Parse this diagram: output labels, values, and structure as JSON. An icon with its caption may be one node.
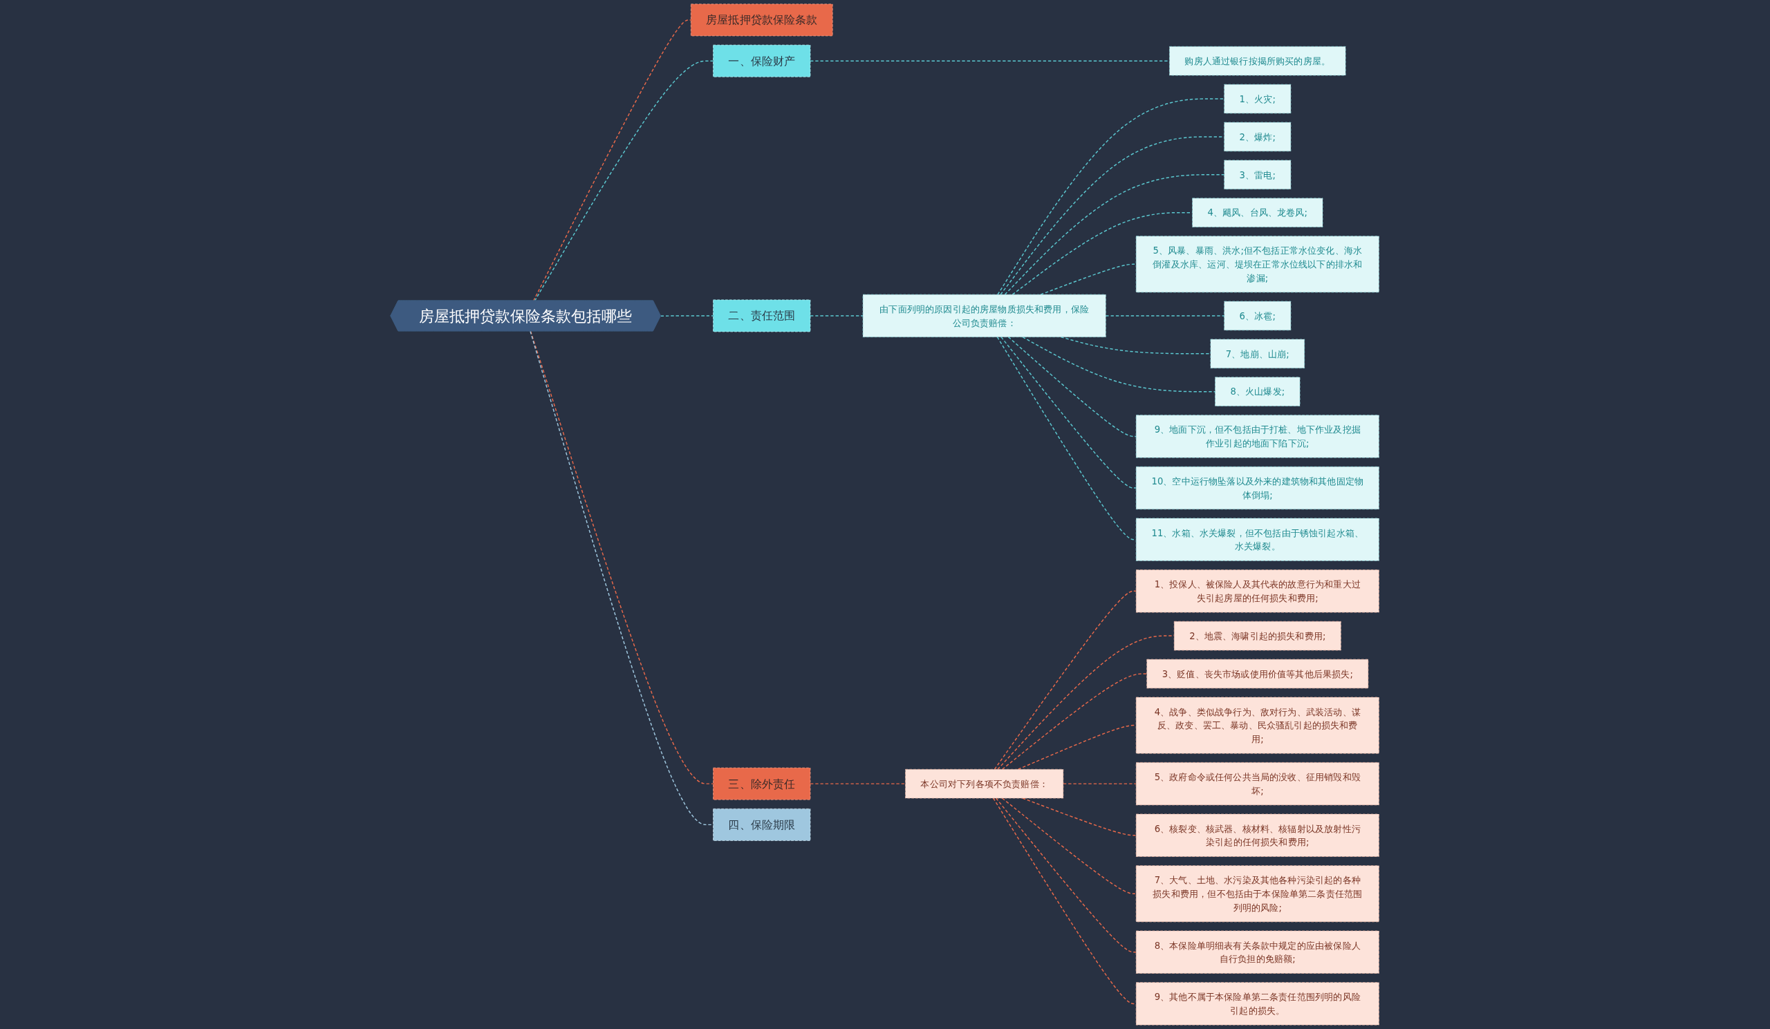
{
  "diagram": {
    "nodes": [
      {
        "text": [
          "房屋抵押贷款保险条款包括哪些"
        ]
      },
      {
        "text": [
          "房屋抵押贷款保险条款"
        ]
      },
      {
        "text": [
          "一、保险财产"
        ]
      },
      {
        "text": [
          "购房人通过银行按揭所购买的房屋。"
        ]
      },
      {
        "text": [
          "二、责任范围"
        ]
      },
      {
        "text": [
          "由下面列明的原因引起的房屋物质损失和费用，保险公司负责赔偿："
        ]
      },
      {
        "text": [
          "1、火灾;"
        ]
      },
      {
        "text": [
          "2、爆炸;"
        ]
      },
      {
        "text": [
          "3、雷电;"
        ]
      },
      {
        "text": [
          "4、飓风、台风、龙卷风;"
        ]
      },
      {
        "text": [
          "5、风暴、暴雨、洪水;但不包括正常水位变化、海水倒灌及水库、运河、堤坝在正常水位线以下的排水和渗漏;"
        ]
      },
      {
        "text": [
          "6、冰雹;"
        ]
      },
      {
        "text": [
          "7、地崩、山崩;"
        ]
      },
      {
        "text": [
          "8、火山爆发;"
        ]
      },
      {
        "text": [
          "9、地面下沉，但不包括由于打桩、地下作业及挖掘作业引起的地面下陷下沉;"
        ]
      },
      {
        "text": [
          "10、空中运行物坠落以及外来的建筑物和其他固定物体倒塌;"
        ]
      },
      {
        "text": [
          "11、水箱、水关爆裂，但不包括由于锈蚀引起水箱、水关爆裂。"
        ]
      },
      {
        "text": [
          "三、除外责任"
        ]
      },
      {
        "text": [
          "本公司对下列各项不负责赔偿："
        ]
      },
      {
        "text": [
          "1、投保人、被保险人及其代表的故意行为和重大过失引起房屋的任何损失和费用;"
        ]
      },
      {
        "text": [
          "2、地震、海啸引起的损失和费用;"
        ]
      },
      {
        "text": [
          "3、贬值、丧失市场或使用价值等其他后果损失;"
        ]
      },
      {
        "text": [
          "4、战争、类似战争行为、敌对行为、武装活动、谋反、政变、罢工、暴动、民众骚乱引起的损失和费用;"
        ]
      },
      {
        "text": [
          "5、政府命令或任何公共当局的没收、征用销毁和毁坏;"
        ]
      },
      {
        "text": [
          "6、核裂变、核武器、核材料、核辐射以及放射性污染引起的任何损失和费用;"
        ]
      },
      {
        "text": [
          "7、大气、土地、水污染及其他各种污染引起的各种损失和费用，但不包括由于本保险单第二条责任范围列明的风险;"
        ]
      },
      {
        "text": [
          "8、本保险单明细表有关条款中规定的应由被保险人自行负担的免赔额;"
        ]
      },
      {
        "text": [
          "9、其他不属于本保险单第二条责任范围列明的风险引起的损失。"
        ]
      },
      {
        "text": [
          "四、保险期限"
        ]
      }
    ],
    "edges": [
      {
        "from": 0,
        "to": 1,
        "arrow": "none",
        "style": "dashed",
        "color": "#e8694a"
      },
      {
        "from": 0,
        "to": 2,
        "arrow": "none",
        "style": "dashed"
      },
      {
        "from": 2,
        "to": 3,
        "arrow": "none",
        "style": "dashed"
      },
      {
        "from": 0,
        "to": 4,
        "arrow": "none",
        "style": "dashed"
      },
      {
        "from": 4,
        "to": 5,
        "arrow": "none",
        "style": "dashed"
      },
      {
        "from": 5,
        "to": 6,
        "arrow": "none",
        "style": "dashed"
      },
      {
        "from": 5,
        "to": 7,
        "arrow": "none",
        "style": "dashed"
      },
      {
        "from": 5,
        "to": 8,
        "arrow": "none",
        "style": "dashed"
      },
      {
        "from": 5,
        "to": 9,
        "arrow": "none",
        "style": "dashed"
      },
      {
        "from": 5,
        "to": 10,
        "arrow": "none",
        "style": "dashed"
      },
      {
        "from": 5,
        "to": 11,
        "arrow": "none",
        "style": "dashed"
      },
      {
        "from": 5,
        "to": 12,
        "arrow": "none",
        "style": "dashed"
      },
      {
        "from": 5,
        "to": 13,
        "arrow": "none",
        "style": "dashed"
      },
      {
        "from": 5,
        "to": 14,
        "arrow": "none",
        "style": "dashed"
      },
      {
        "from": 5,
        "to": 15,
        "arrow": "none",
        "style": "dashed"
      },
      {
        "from": 5,
        "to": 16,
        "arrow": "none",
        "style": "dashed"
      },
      {
        "from": 0,
        "to": 17,
        "arrow": "none",
        "style": "dashed",
        "color": "#e8694a"
      },
      {
        "from": 17,
        "to": 18,
        "arrow": "none",
        "style": "dashed",
        "color": "#e8694a"
      },
      {
        "from": 18,
        "to": 19,
        "arrow": "none",
        "style": "dashed",
        "color": "#e8694a"
      },
      {
        "from": 18,
        "to": 20,
        "arrow": "none",
        "style": "dashed",
        "color": "#e8694a"
      },
      {
        "from": 18,
        "to": 21,
        "arrow": "none",
        "style": "dashed",
        "color": "#e8694a"
      },
      {
        "from": 18,
        "to": 22,
        "arrow": "none",
        "style": "dashed",
        "color": "#e8694a"
      },
      {
        "from": 18,
        "to": 23,
        "arrow": "none",
        "style": "dashed",
        "color": "#e8694a"
      },
      {
        "from": 18,
        "to": 24,
        "arrow": "none",
        "style": "dashed",
        "color": "#e8694a"
      },
      {
        "from": 18,
        "to": 25,
        "arrow": "none",
        "style": "dashed",
        "color": "#e8694a"
      },
      {
        "from": 18,
        "to": 26,
        "arrow": "none",
        "style": "dashed",
        "color": "#e8694a"
      },
      {
        "from": 18,
        "to": 27,
        "arrow": "none",
        "style": "dashed",
        "color": "#e8694a"
      },
      {
        "from": 0,
        "to": 28,
        "arrow": "none",
        "style": "dashed",
        "color": "#9fc7df"
      }
    ]
  }
}
